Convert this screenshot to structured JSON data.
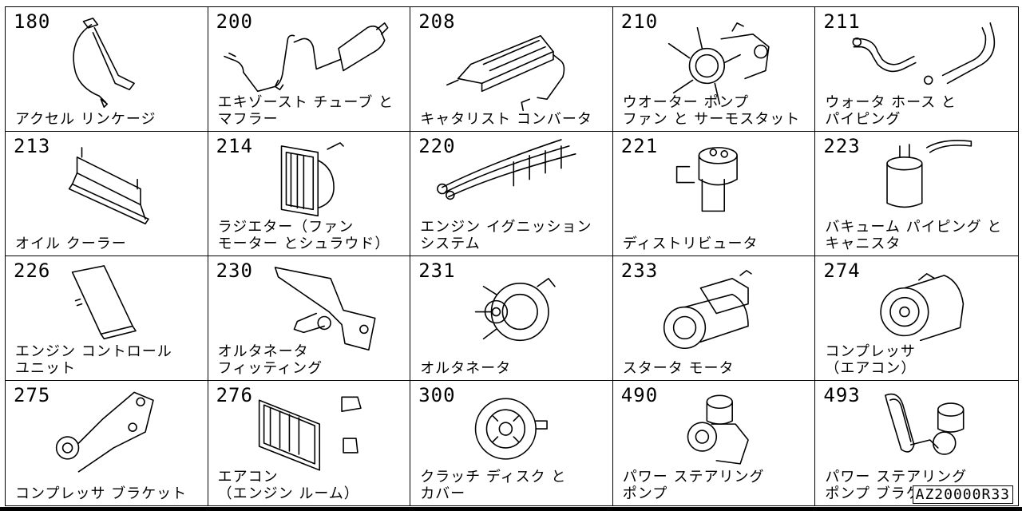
{
  "catalog": {
    "reference_code": "AZ20000R33",
    "cells": [
      {
        "code": "180",
        "label": "アクセル リンケージ",
        "icon": "accelerator-pedal-linkage-icon"
      },
      {
        "code": "200",
        "label": "エキゾースト チューブ と\nマフラー",
        "icon": "exhaust-muffler-icon"
      },
      {
        "code": "208",
        "label": "キャタリスト コンバータ",
        "icon": "catalytic-converter-icon"
      },
      {
        "code": "210",
        "label": "ウオーター ポンプ\nファン と サーモスタット",
        "icon": "water-pump-fan-icon"
      },
      {
        "code": "211",
        "label": "ウォータ ホース と\nパイピング",
        "icon": "water-hose-icon"
      },
      {
        "code": "213",
        "label": "オイル クーラー",
        "icon": "oil-cooler-icon"
      },
      {
        "code": "214",
        "label": "ラジエター（ファン\nモーター とシュラウド）",
        "icon": "radiator-icon"
      },
      {
        "code": "220",
        "label": "エンジン イグニッション\nシステム",
        "icon": "ignition-wires-icon"
      },
      {
        "code": "221",
        "label": "ディストリビュータ",
        "icon": "distributor-icon"
      },
      {
        "code": "223",
        "label": "バキューム パイピング と\nキャニスタ",
        "icon": "vacuum-canister-icon"
      },
      {
        "code": "226",
        "label": "エンジン コントロール\nユニット",
        "icon": "control-unit-icon"
      },
      {
        "code": "230",
        "label": "オルタネータ\nフィッティング",
        "icon": "alternator-bracket-icon"
      },
      {
        "code": "231",
        "label": "オルタネータ",
        "icon": "alternator-icon"
      },
      {
        "code": "233",
        "label": "スタータ モータ",
        "icon": "starter-motor-icon"
      },
      {
        "code": "274",
        "label": "コンプレッサ\n（エアコン）",
        "icon": "ac-compressor-icon"
      },
      {
        "code": "275",
        "label": "コンプレッサ ブラケット",
        "icon": "compressor-bracket-icon"
      },
      {
        "code": "276",
        "label": "エアコン\n（エンジン ルーム）",
        "icon": "ac-condenser-icon"
      },
      {
        "code": "300",
        "label": "クラッチ ディスク と\nカバー",
        "icon": "clutch-disc-icon"
      },
      {
        "code": "490",
        "label": "パワー ステアリング\nポンプ",
        "icon": "power-steering-pump-icon"
      },
      {
        "code": "493",
        "label": "パワー ステアリング\nポンプ ブラケット",
        "icon": "pump-bracket-belt-icon"
      }
    ]
  }
}
